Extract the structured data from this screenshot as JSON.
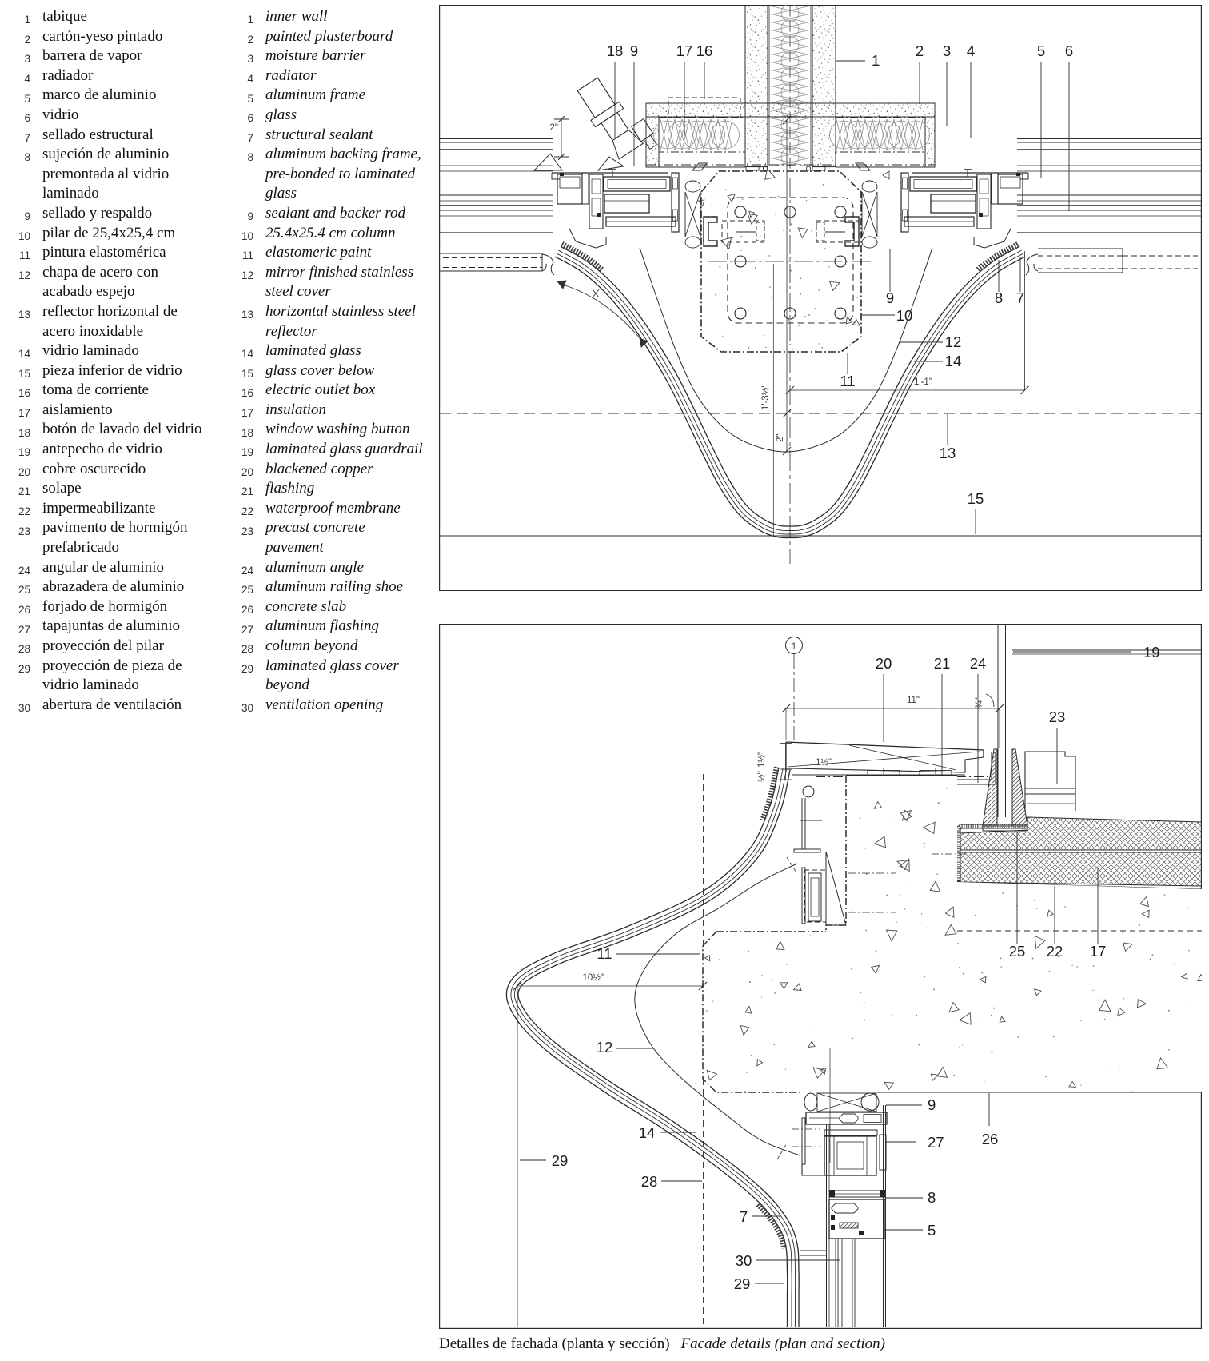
{
  "legend": {
    "items": [
      {
        "num": "1",
        "es": "tabique",
        "en": "inner wall"
      },
      {
        "num": "2",
        "es": "cartón-yeso pintado",
        "en": "painted plasterboard"
      },
      {
        "num": "3",
        "es": "barrera de vapor",
        "en": "moisture barrier"
      },
      {
        "num": "4",
        "es": "radiador",
        "en": "radiator"
      },
      {
        "num": "5",
        "es": "marco de aluminio",
        "en": "aluminum frame"
      },
      {
        "num": "6",
        "es": "vidrio",
        "en": "glass"
      },
      {
        "num": "7",
        "es": "sellado estructural",
        "en": "structural sealant"
      },
      {
        "num": "8",
        "es": "sujeción de aluminio premontada al vidrio laminado",
        "en": "aluminum backing frame, pre-bonded to laminated glass"
      },
      {
        "num": "9",
        "es": "sellado y respaldo",
        "en": "sealant and backer rod"
      },
      {
        "num": "10",
        "es": "pilar de 25,4x25,4 cm",
        "en": "25.4x25.4 cm column"
      },
      {
        "num": "11",
        "es": "pintura elastomérica",
        "en": "elastomeric paint"
      },
      {
        "num": "12",
        "es": "chapa de acero con acabado espejo",
        "en": "mirror finished stainless steel cover"
      },
      {
        "num": "13",
        "es": "reflector horizontal de acero inoxidable",
        "en": "horizontal stainless steel reflector"
      },
      {
        "num": "14",
        "es": "vidrio laminado",
        "en": "laminated glass"
      },
      {
        "num": "15",
        "es": "pieza inferior de vidrio",
        "en": "glass cover below"
      },
      {
        "num": "16",
        "es": "toma de corriente",
        "en": "electric outlet box"
      },
      {
        "num": "17",
        "es": "aislamiento",
        "en": "insulation"
      },
      {
        "num": "18",
        "es": "botón de lavado del vidrio",
        "en": "window washing button"
      },
      {
        "num": "19",
        "es": "antepecho de vidrio",
        "en": "laminated glass guardrail"
      },
      {
        "num": "20",
        "es": "cobre oscurecido",
        "en": "blackened copper"
      },
      {
        "num": "21",
        "es": "solape",
        "en": "flashing"
      },
      {
        "num": "22",
        "es": "impermeabilizante",
        "en": "waterproof membrane"
      },
      {
        "num": "23",
        "es": "pavimento de hormigón prefabricado",
        "en": "precast concrete pavement"
      },
      {
        "num": "24",
        "es": "angular de aluminio",
        "en": "aluminum angle"
      },
      {
        "num": "25",
        "es": "abrazadera de aluminio",
        "en": "aluminum railing shoe"
      },
      {
        "num": "26",
        "es": "forjado de hormigón",
        "en": "concrete slab"
      },
      {
        "num": "27",
        "es": "tapajuntas de aluminio",
        "en": "aluminum flashing"
      },
      {
        "num": "28",
        "es": "proyección del pilar",
        "en": "column beyond"
      },
      {
        "num": "29",
        "es": "proyección de pieza de vidrio laminado",
        "en": "laminated glass cover beyond"
      },
      {
        "num": "30",
        "es": "abertura de ventilación",
        "en": "ventilation opening"
      }
    ]
  },
  "plan": {
    "labels": [
      "18",
      "9",
      "17",
      "16",
      "1",
      "2",
      "3",
      "4",
      "5",
      "6",
      "9",
      "10",
      "12",
      "14",
      "8",
      "7",
      "11",
      "13",
      "15"
    ],
    "dims": [
      "2\"",
      "1'-3½\"",
      "2\"",
      "1'-1\""
    ]
  },
  "section": {
    "labels": [
      "1",
      "20",
      "21",
      "24",
      "19",
      "23",
      "25",
      "22",
      "17",
      "11",
      "12",
      "14",
      "29",
      "28",
      "7",
      "30",
      "29",
      "9",
      "27",
      "8",
      "5",
      "26"
    ],
    "dims": [
      "11\"",
      "¾\"",
      "1½\"",
      "½\"",
      "1½\"",
      "10½\""
    ]
  },
  "caption": {
    "es": "Detalles de fachada (planta y sección)",
    "en": "Facade details (plan and section)"
  },
  "colors": {
    "ink": "#2b2b2b",
    "light": "#6e6e6e",
    "paper": "#ffffff"
  }
}
